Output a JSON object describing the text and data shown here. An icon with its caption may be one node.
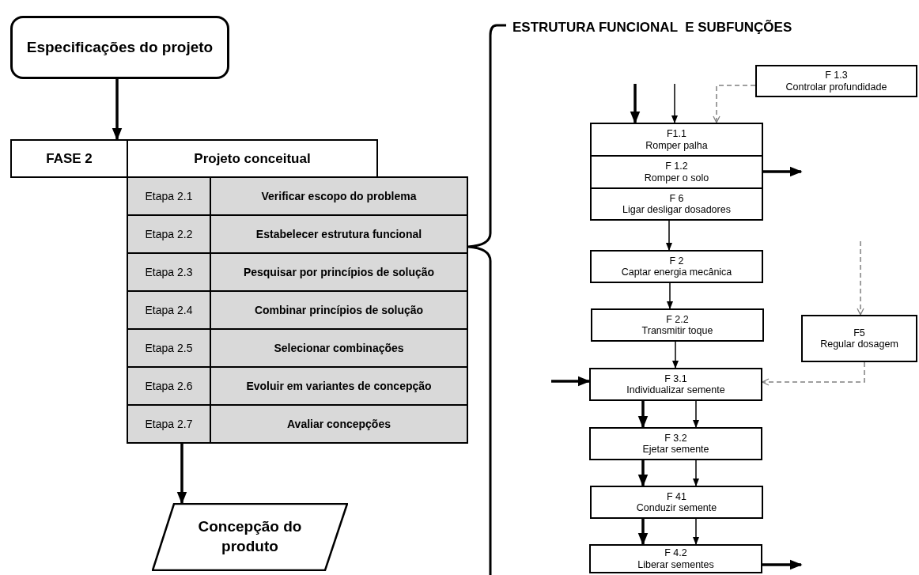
{
  "diagram": {
    "title": "ESTRUTURA FUNCIONAL  E SUBFUNÇÕES",
    "nodes": [
      {
        "text": [
          "Especificações do projeto"
        ]
      },
      {
        "text": [
          "FASE 2"
        ]
      },
      {
        "text": [
          "Projeto conceitual"
        ]
      },
      {
        "text": [
          "Etapa 2.1"
        ]
      },
      {
        "text": [
          "Verificar escopo do problema"
        ]
      },
      {
        "text": [
          "Etapa 2.2"
        ]
      },
      {
        "text": [
          "Estabelecer estrutura funcional"
        ]
      },
      {
        "text": [
          "Etapa 2.3"
        ]
      },
      {
        "text": [
          "Pesquisar por princípios de solução"
        ]
      },
      {
        "text": [
          "Etapa 2.4"
        ]
      },
      {
        "text": [
          "Combinar princípios de solução"
        ]
      },
      {
        "text": [
          "Etapa 2.5"
        ]
      },
      {
        "text": [
          "Selecionar combinações"
        ]
      },
      {
        "text": [
          "Etapa 2.6"
        ]
      },
      {
        "text": [
          "Evoluir em variantes de concepção"
        ]
      },
      {
        "text": [
          "Etapa 2.7"
        ]
      },
      {
        "text": [
          "Avaliar concepções"
        ]
      },
      {
        "text": [
          "Concepção do produto"
        ]
      },
      {
        "text": [
          "F 1.3",
          "Controlar profundidade"
        ]
      },
      {
        "text": [
          "F1.1",
          "Romper palha"
        ]
      },
      {
        "text": [
          "F 1.2",
          "Romper o solo"
        ]
      },
      {
        "text": [
          "F 6",
          "Ligar desligar dosadores"
        ]
      },
      {
        "text": [
          "F 2",
          "Captar energia mecânica"
        ]
      },
      {
        "text": [
          "F 2.2",
          "Transmitir toque"
        ]
      },
      {
        "text": [
          "F5",
          "Regular dosagem"
        ]
      },
      {
        "text": [
          "F 3.1",
          "Individualizar semente"
        ]
      },
      {
        "text": [
          "F 3.2",
          "Ejetar semente"
        ]
      },
      {
        "text": [
          "F 41",
          "Conduzir semente"
        ]
      },
      {
        "text": [
          "F 4.2",
          "Liberar sementes"
        ]
      }
    ],
    "edges": [
      {
        "from": 0,
        "to": 1,
        "arrow": "to",
        "style": "thick"
      },
      {
        "from": 15,
        "to": 17,
        "arrow": "to",
        "style": "thick"
      },
      {
        "from": null,
        "to": 19,
        "arrow": "to",
        "style": "thick"
      },
      {
        "from": null,
        "to": 19,
        "arrow": "to"
      },
      {
        "from": 18,
        "to": 19,
        "arrow": "to",
        "style": "dashed",
        "color": "#808080"
      },
      {
        "from": 20,
        "to": null,
        "arrow": "to",
        "style": "thick"
      },
      {
        "from": 21,
        "to": 22,
        "arrow": "to"
      },
      {
        "from": 22,
        "to": 23,
        "arrow": "to"
      },
      {
        "from": null,
        "to": 24,
        "arrow": "to",
        "style": "dashed",
        "color": "#808080"
      },
      {
        "from": 23,
        "to": 25,
        "arrow": "to"
      },
      {
        "from": null,
        "to": 25,
        "arrow": "to",
        "style": "thick"
      },
      {
        "from": 24,
        "to": 25,
        "arrow": "to",
        "style": "dashed",
        "color": "#808080"
      },
      {
        "from": 25,
        "to": 26,
        "arrow": "to",
        "style": "thick"
      },
      {
        "from": 25,
        "to": 26,
        "arrow": "to"
      },
      {
        "from": 26,
        "to": 27,
        "arrow": "to",
        "style": "thick"
      },
      {
        "from": 26,
        "to": 27,
        "arrow": "to"
      },
      {
        "from": 27,
        "to": 28,
        "arrow": "to",
        "style": "thick"
      },
      {
        "from": 27,
        "to": 28,
        "arrow": "to"
      },
      {
        "from": 28,
        "to": null,
        "arrow": "to",
        "style": "thick"
      }
    ]
  }
}
